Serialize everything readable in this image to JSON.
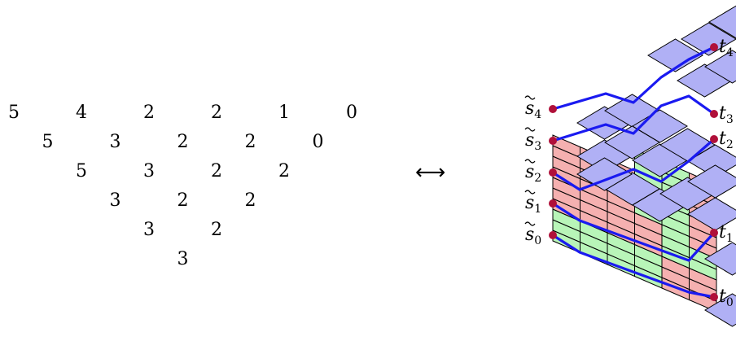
{
  "triangle_rows": [
    [
      "5",
      "4",
      "2",
      "2",
      "1",
      "0"
    ],
    [
      "5",
      "3",
      "2",
      "2",
      "0"
    ],
    [
      "5",
      "3",
      "2",
      "2"
    ],
    [
      "3",
      "2",
      "2"
    ],
    [
      "3",
      "2"
    ],
    [
      "3"
    ]
  ],
  "arrow_symbol": "⟷",
  "left_labels": [
    {
      "base": "s",
      "sub": "4"
    },
    {
      "base": "s",
      "sub": "3"
    },
    {
      "base": "s",
      "sub": "2"
    },
    {
      "base": "s",
      "sub": "1"
    },
    {
      "base": "s",
      "sub": "0"
    }
  ],
  "right_labels": [
    {
      "base": "t",
      "sub": "4"
    },
    {
      "base": "t",
      "sub": "3"
    },
    {
      "base": "t",
      "sub": "2"
    },
    {
      "base": "t",
      "sub": "1"
    },
    {
      "base": "t",
      "sub": "0"
    }
  ],
  "colors": {
    "top_face": "#b0b0f5",
    "left_face": "#f5b0b0",
    "right_face": "#b8f5b8",
    "path": "#1a1af0",
    "endpoint": "#b0103a",
    "edge": "#000000"
  }
}
